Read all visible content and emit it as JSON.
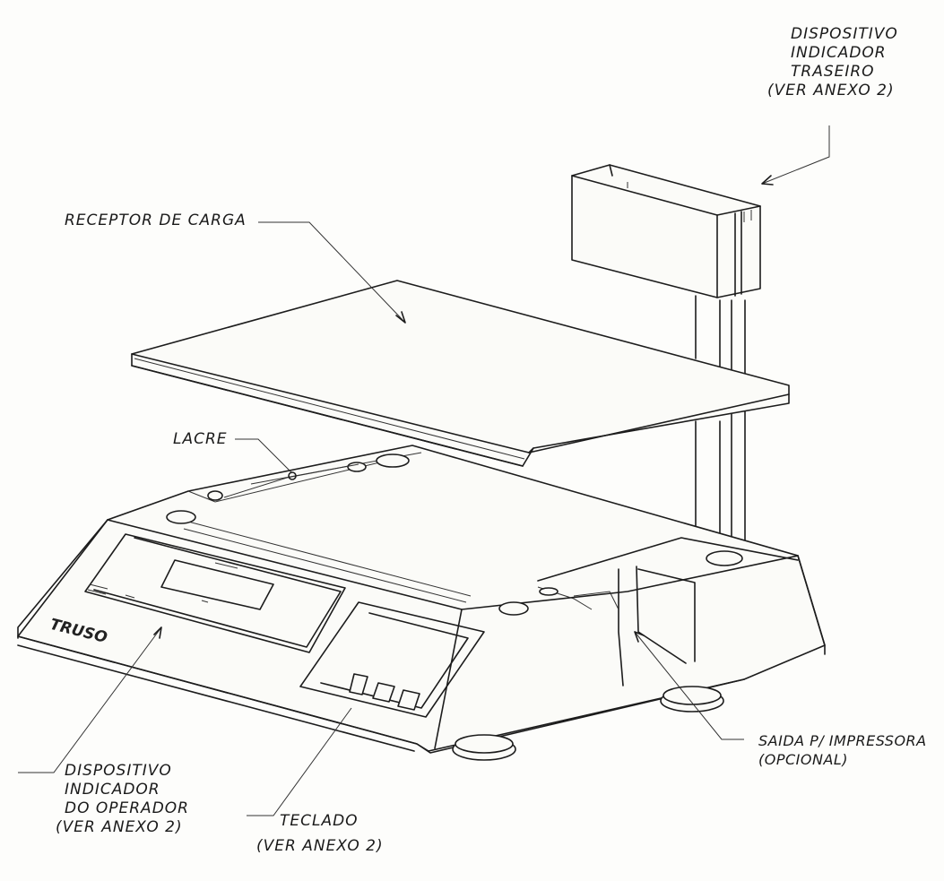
{
  "labels": {
    "rear_indicator": [
      "DISPOSITIVO",
      "INDICADOR",
      "TRASEIRO",
      "(VER ANEXO 2)"
    ],
    "load_receptor": "RECEPTOR DE CARGA",
    "seal": "LACRE",
    "operator_indicator": [
      "DISPOSITIVO",
      "INDICADOR",
      "DO OPERADOR",
      "(VER ANEXO 2)"
    ],
    "keyboard": [
      "TECLADO",
      "(VER ANEXO 2)"
    ],
    "printer_output": [
      "SAIDA P/ IMPRESSORA",
      "(OPCIONAL)"
    ],
    "brand": "TRUSO"
  },
  "icons": [
    "scale-illustration",
    "leader-arrow"
  ],
  "colors": {
    "ink": "#1c1c1c",
    "paper": "#fdfdfb"
  }
}
